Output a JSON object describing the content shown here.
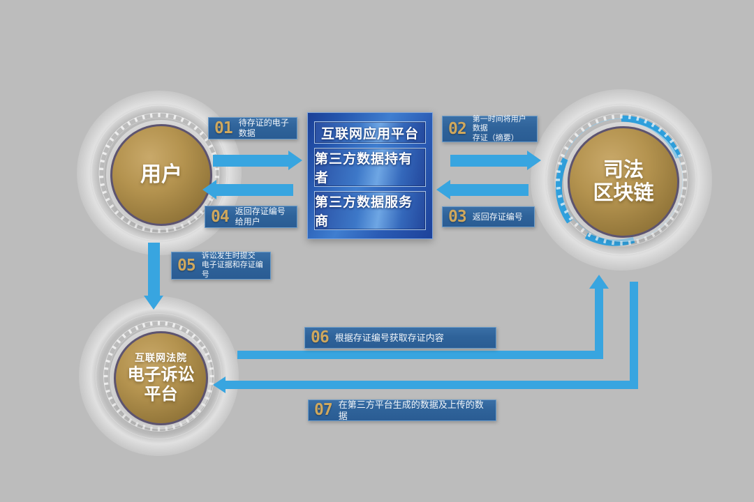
{
  "background_color": "#bcbcbc",
  "accent_arrow_color": "#38a5e0",
  "chip_color": "#2f639a",
  "number_color": "#cfa85e",
  "nodes": {
    "user": {
      "cap": "",
      "title": "用户"
    },
    "blockchain": {
      "cap": "",
      "line1": "司法",
      "line2": "区块链"
    },
    "court": {
      "cap": "互联网法院",
      "line1": "电子诉讼",
      "line2": "平台"
    }
  },
  "panel": {
    "items": [
      {
        "label": "互联网应用平台"
      },
      {
        "label": "第三方数据持有者"
      },
      {
        "label": "第三方数据服务商"
      }
    ]
  },
  "steps": [
    {
      "num": "01",
      "text": "待存证的电子数据"
    },
    {
      "num": "02",
      "text": "第一时间将用户数据\n存证（摘要）"
    },
    {
      "num": "03",
      "text": "返回存证编号"
    },
    {
      "num": "04",
      "text": "返回存证编号给用户"
    },
    {
      "num": "05",
      "text": "诉讼发生时提交\n电子证据和存证编号"
    },
    {
      "num": "06",
      "text": "根据存证编号获取存证内容"
    },
    {
      "num": "07",
      "text": "在第三方平台生成的数据及上传的数据"
    }
  ]
}
